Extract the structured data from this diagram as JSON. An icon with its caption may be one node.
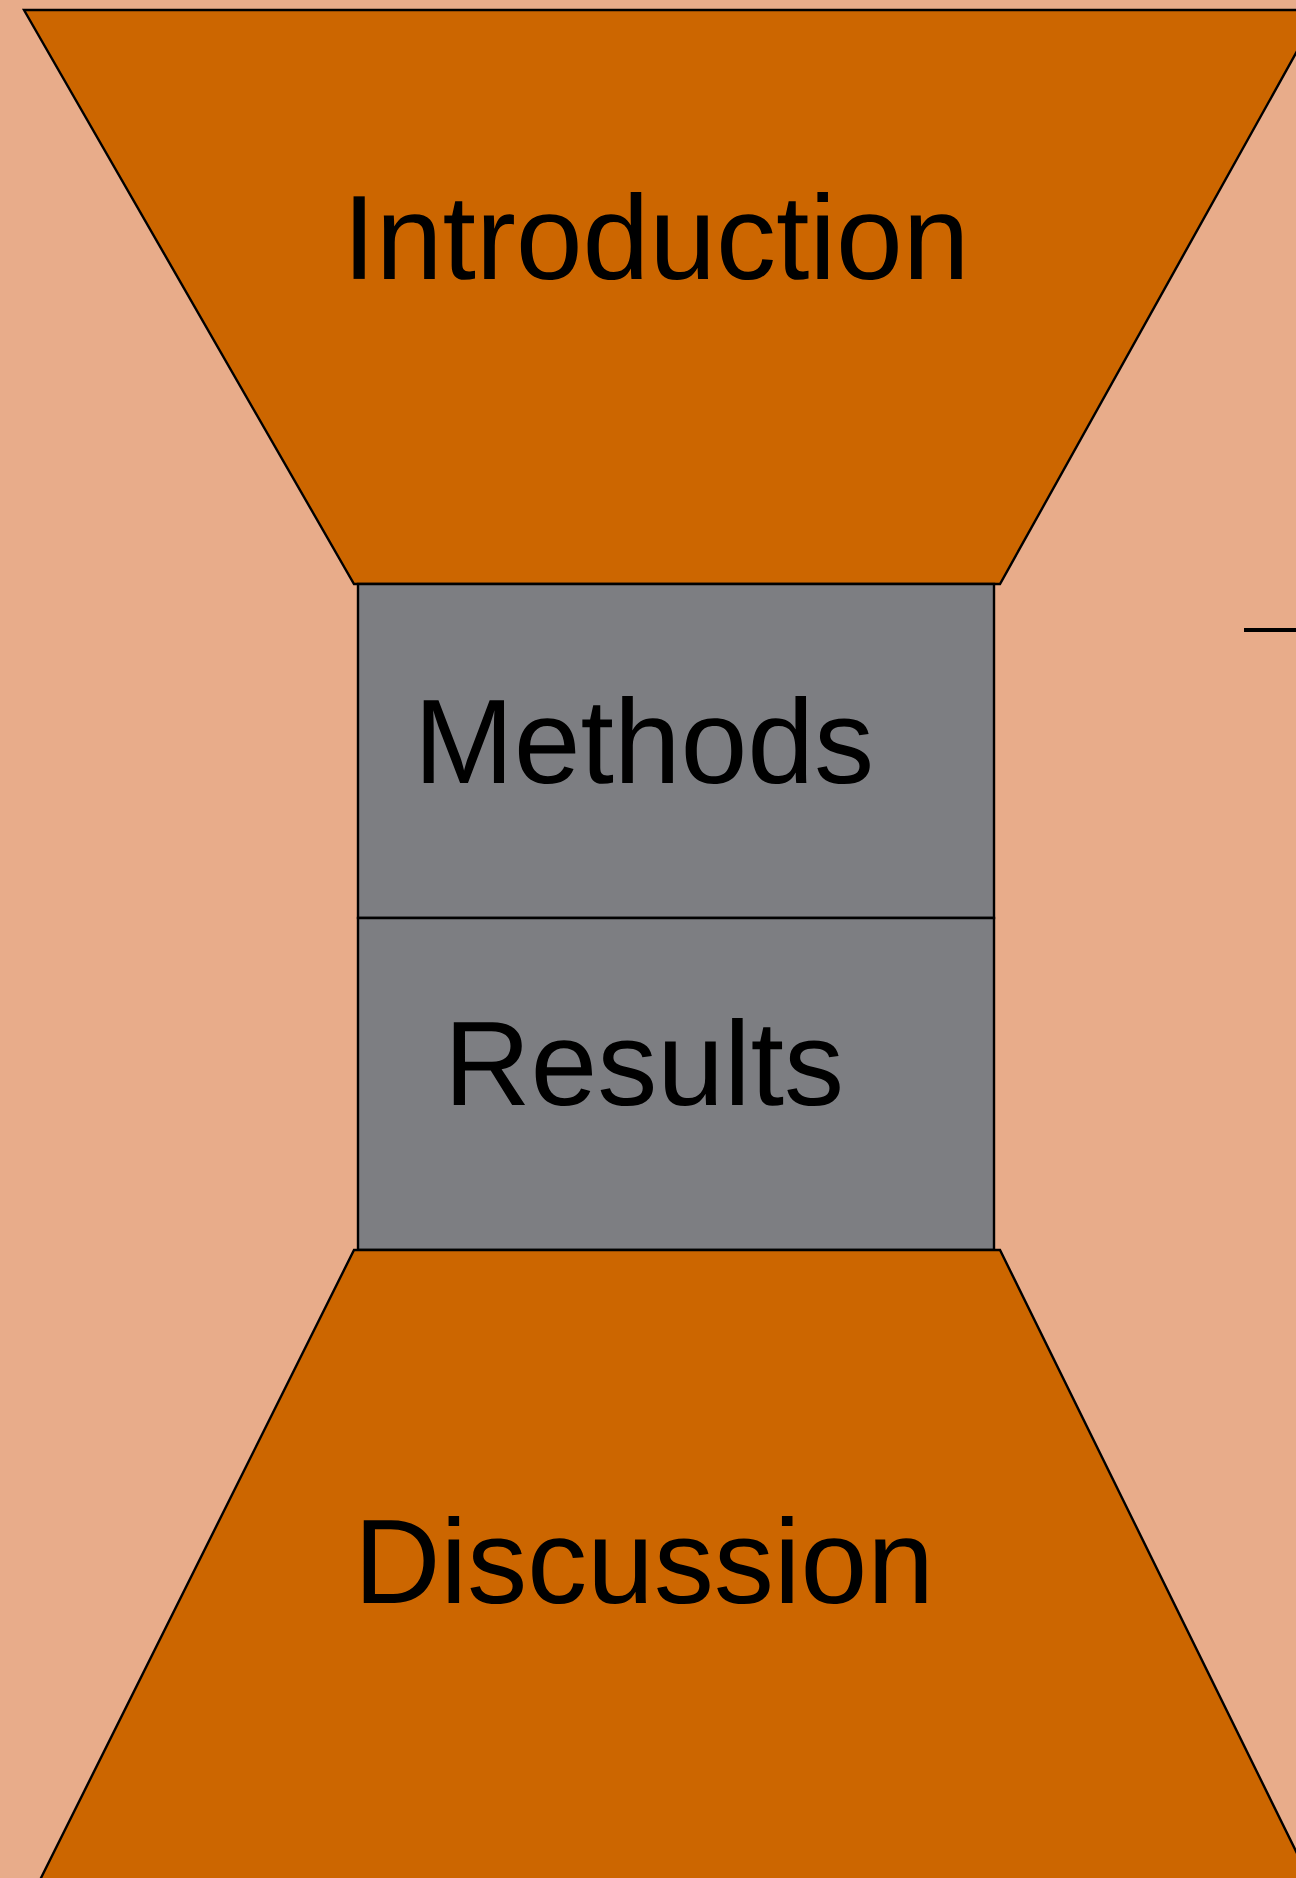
{
  "diagram": {
    "nodes": [
      {
        "text": [
          "Introduction"
        ]
      },
      {
        "text": [
          "Methods"
        ]
      },
      {
        "text": [
          "Results"
        ]
      },
      {
        "text": [
          "Discussion"
        ]
      }
    ]
  }
}
